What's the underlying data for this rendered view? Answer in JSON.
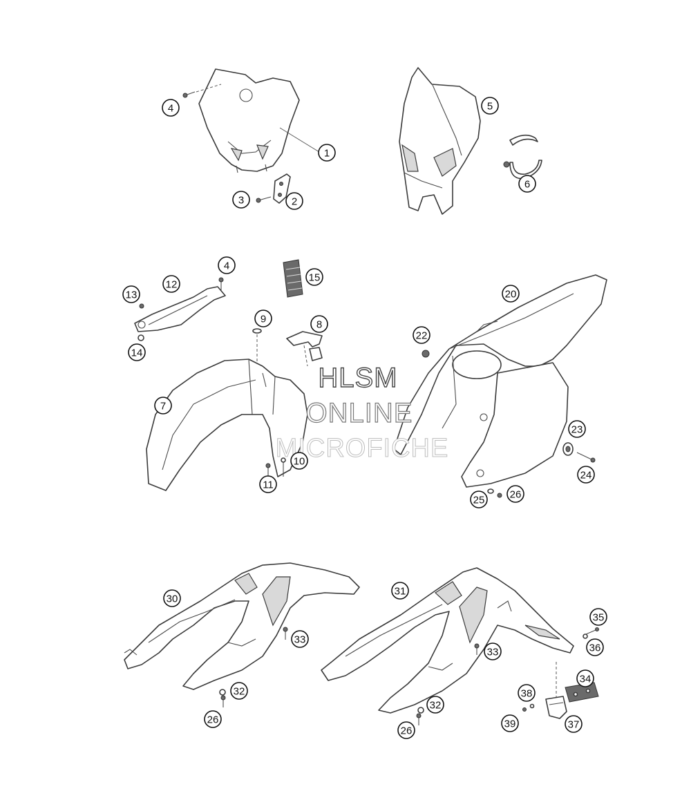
{
  "callouts": [
    {
      "label": "1"
    },
    {
      "label": "2"
    },
    {
      "label": "3"
    },
    {
      "label": "4"
    },
    {
      "label": "5"
    },
    {
      "label": "6"
    },
    {
      "label": "4"
    },
    {
      "label": "12"
    },
    {
      "label": "13"
    },
    {
      "label": "14"
    },
    {
      "label": "15"
    },
    {
      "label": "9"
    },
    {
      "label": "8"
    },
    {
      "label": "7"
    },
    {
      "label": "10"
    },
    {
      "label": "11"
    },
    {
      "label": "20"
    },
    {
      "label": "22"
    },
    {
      "label": "23"
    },
    {
      "label": "24"
    },
    {
      "label": "25"
    },
    {
      "label": "26"
    },
    {
      "label": "30"
    },
    {
      "label": "33"
    },
    {
      "label": "32"
    },
    {
      "label": "26"
    },
    {
      "label": "31"
    },
    {
      "label": "33"
    },
    {
      "label": "32"
    },
    {
      "label": "26"
    },
    {
      "label": "35"
    },
    {
      "label": "36"
    },
    {
      "label": "34"
    },
    {
      "label": "38"
    },
    {
      "label": "39"
    },
    {
      "label": "37"
    }
  ],
  "watermark": {
    "line1": "HLSM",
    "line2": "ONLINE",
    "line3": "MICROFICHE"
  }
}
